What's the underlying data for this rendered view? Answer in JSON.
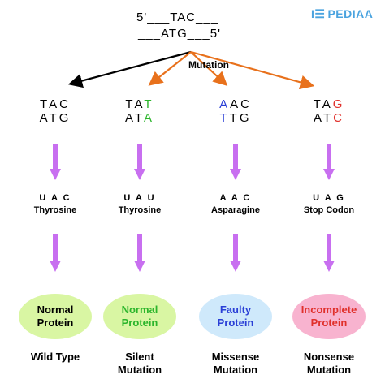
{
  "logo": {
    "mark": "I☰",
    "text": "PEDIAA"
  },
  "dna": {
    "top": "5'___TAC___",
    "bottom": "___ATG___5'"
  },
  "mutation_label": "Mutation",
  "colors": {
    "arrow_black": "#000000",
    "arrow_orange": "#e8711c",
    "arrow_violet": "#c86ff0",
    "green": "#2bb52b",
    "blue": "#2a3fd6",
    "red": "#e0302b"
  },
  "columns": [
    {
      "codon_top": [
        "T",
        "A",
        "C"
      ],
      "codon_bottom": [
        "A",
        "T",
        "G"
      ],
      "mutated_index": null,
      "mutation_color": null,
      "rna": "U A C",
      "amino": "Thyrosine",
      "protein_lines": [
        "Normal",
        "Protein"
      ],
      "protein_fill": "#d9f6a3",
      "protein_text_color": "#000000",
      "result_lines": [
        "Wild Type"
      ]
    },
    {
      "codon_top": [
        "T",
        "A",
        "T"
      ],
      "codon_bottom": [
        "A",
        "T",
        "A"
      ],
      "mutated_index": 2,
      "mutation_color": "#2bb52b",
      "rna": "U A U",
      "amino": "Thyrosine",
      "protein_lines": [
        "Normal",
        "Protein"
      ],
      "protein_fill": "#d9f6a3",
      "protein_text_color": "#2bb52b",
      "result_lines": [
        "Silent",
        "Mutation"
      ]
    },
    {
      "codon_top": [
        "A",
        "A",
        "C"
      ],
      "codon_bottom": [
        "T",
        "T",
        "G"
      ],
      "mutated_index": 0,
      "mutation_color": "#2a3fd6",
      "rna": "A A C",
      "amino": "Asparagine",
      "protein_lines": [
        "Faulty",
        "Protein"
      ],
      "protein_fill": "#cfe9fb",
      "protein_text_color": "#2a3fd6",
      "result_lines": [
        "Missense",
        "Mutation"
      ]
    },
    {
      "codon_top": [
        "T",
        "A",
        "G"
      ],
      "codon_bottom": [
        "A",
        "T",
        "C"
      ],
      "mutated_index": 2,
      "mutation_color": "#e0302b",
      "rna": "U A G",
      "amino": "Stop Codon",
      "protein_lines": [
        "Incomplete",
        "Protein"
      ],
      "protein_fill": "#f8b3cf",
      "protein_text_color": "#e0302b",
      "result_lines": [
        "Nonsense",
        "Mutation"
      ]
    }
  ]
}
